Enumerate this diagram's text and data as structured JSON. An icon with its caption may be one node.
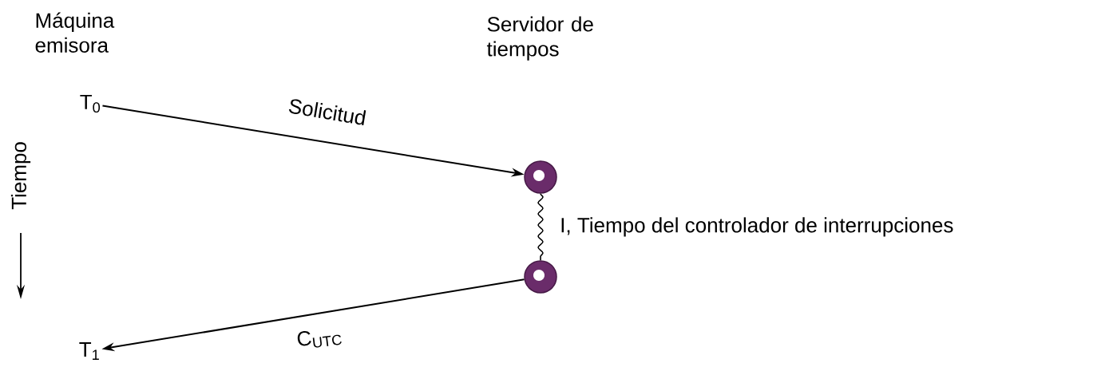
{
  "diagram": {
    "nodes": [
      {
        "text": [
          "T$_{0}$"
        ]
      },
      {
        "text": [],
        "shape": "circle"
      },
      {
        "text": [],
        "shape": "circle"
      },
      {
        "text": [
          "T$_{1}$"
        ]
      }
    ],
    "edges": [
      {
        "from": 0,
        "to": 1,
        "arrow": "to",
        "label": "Solicitud"
      },
      {
        "from": 1,
        "to": 2,
        "arrow": "none",
        "label": "I, Tiempo del controlador de interrupciones"
      },
      {
        "from": 2,
        "to": 3,
        "arrow": "to",
        "label": "C$_{UTC}$"
      }
    ],
    "labels": [
      "Máquina emisora",
      "Servidor de tiempos",
      "Tiempo"
    ]
  }
}
